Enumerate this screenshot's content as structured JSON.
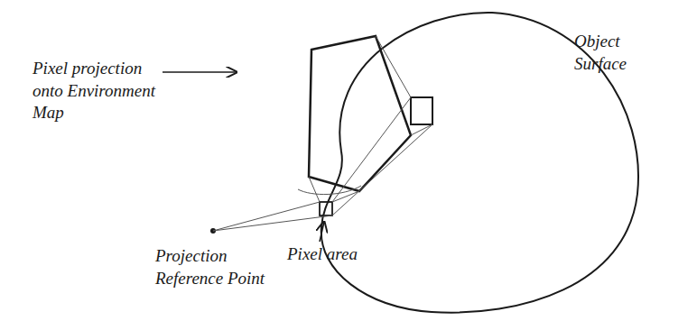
{
  "diagram": {
    "labels": [
      "Pixel projection onto Environment Map",
      "Object Surface",
      "Projection Reference Point",
      "Pixel area"
    ]
  }
}
